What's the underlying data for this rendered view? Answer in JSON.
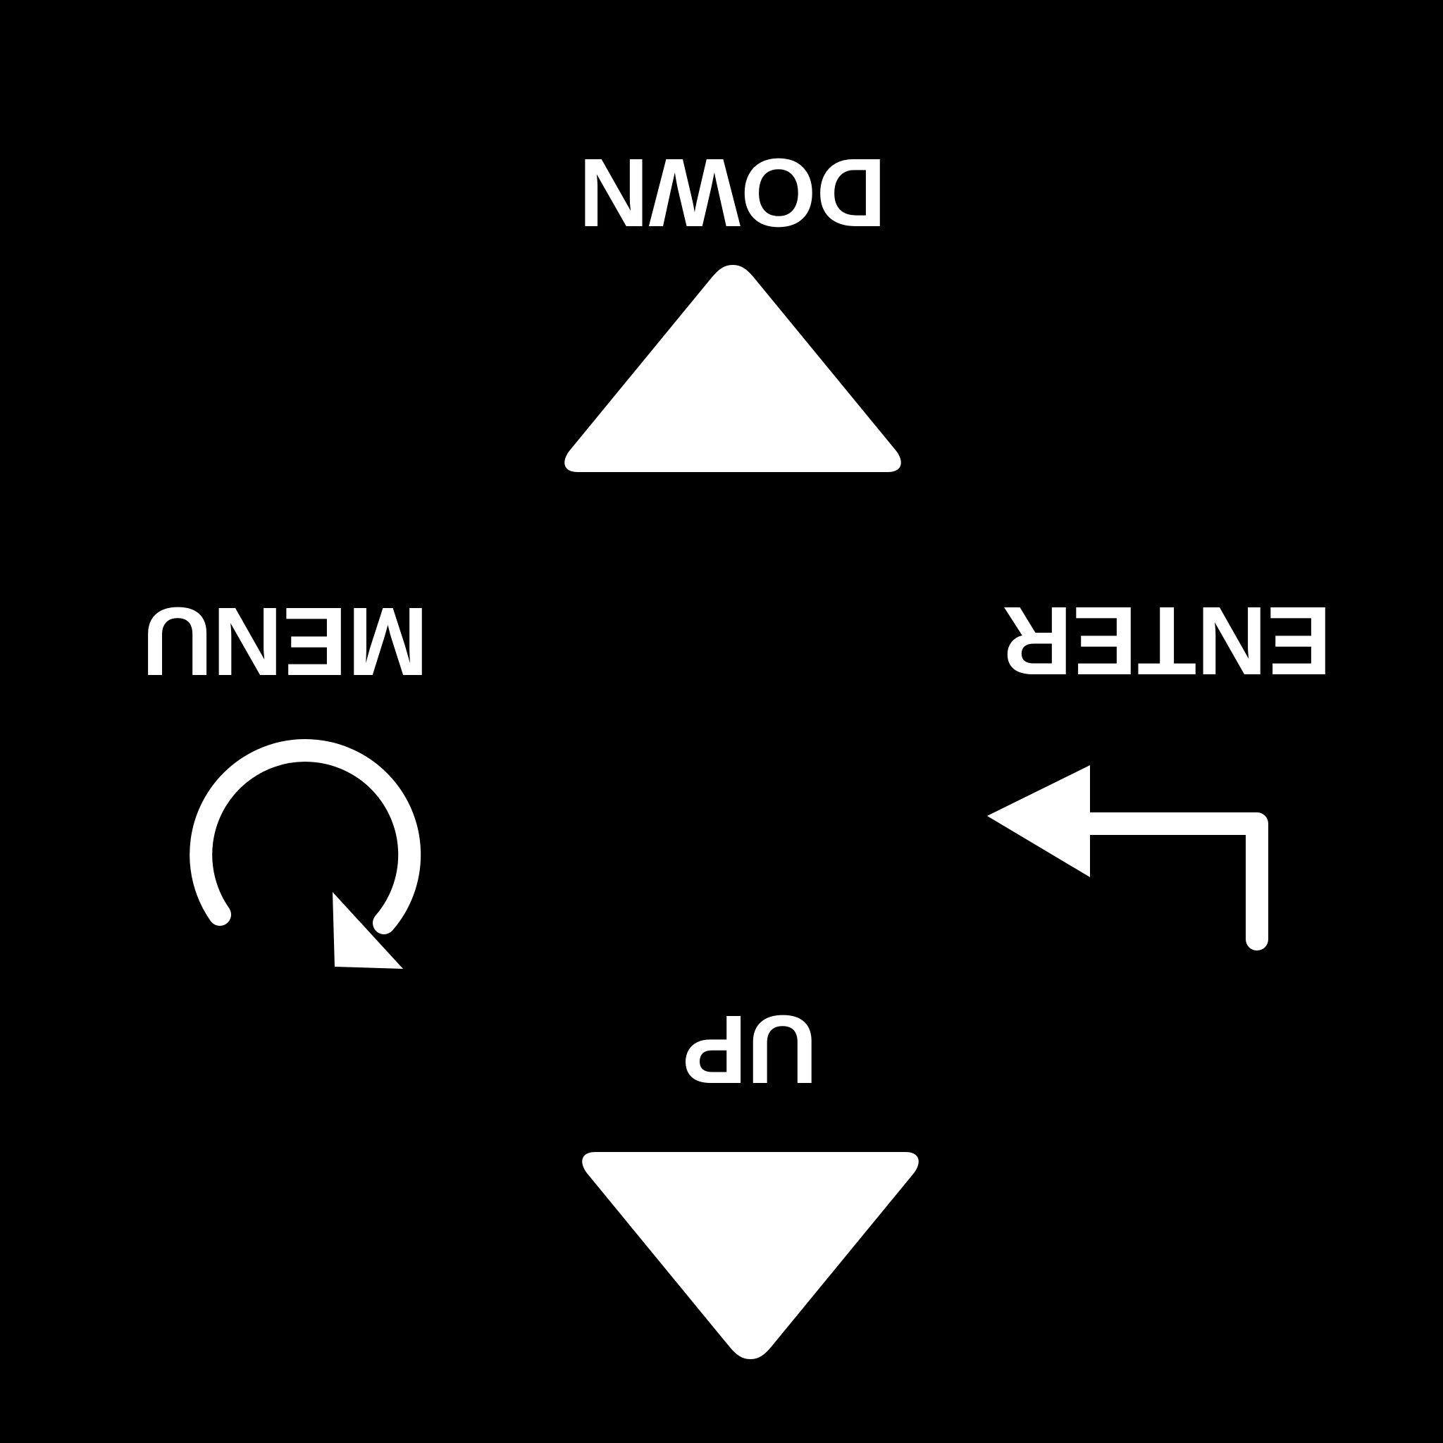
{
  "panel": {
    "background_color": "#000000",
    "foreground_color": "#ffffff",
    "orientation": "rotated-180"
  },
  "buttons": {
    "down": {
      "label": "DOWN",
      "icon": "triangle-arrow-icon"
    },
    "menu": {
      "label": "MENU",
      "icon": "circular-arrow-icon"
    },
    "enter": {
      "label": "ENTER",
      "icon": "return-arrow-icon"
    },
    "up": {
      "label": "UP",
      "icon": "triangle-arrow-icon"
    }
  }
}
